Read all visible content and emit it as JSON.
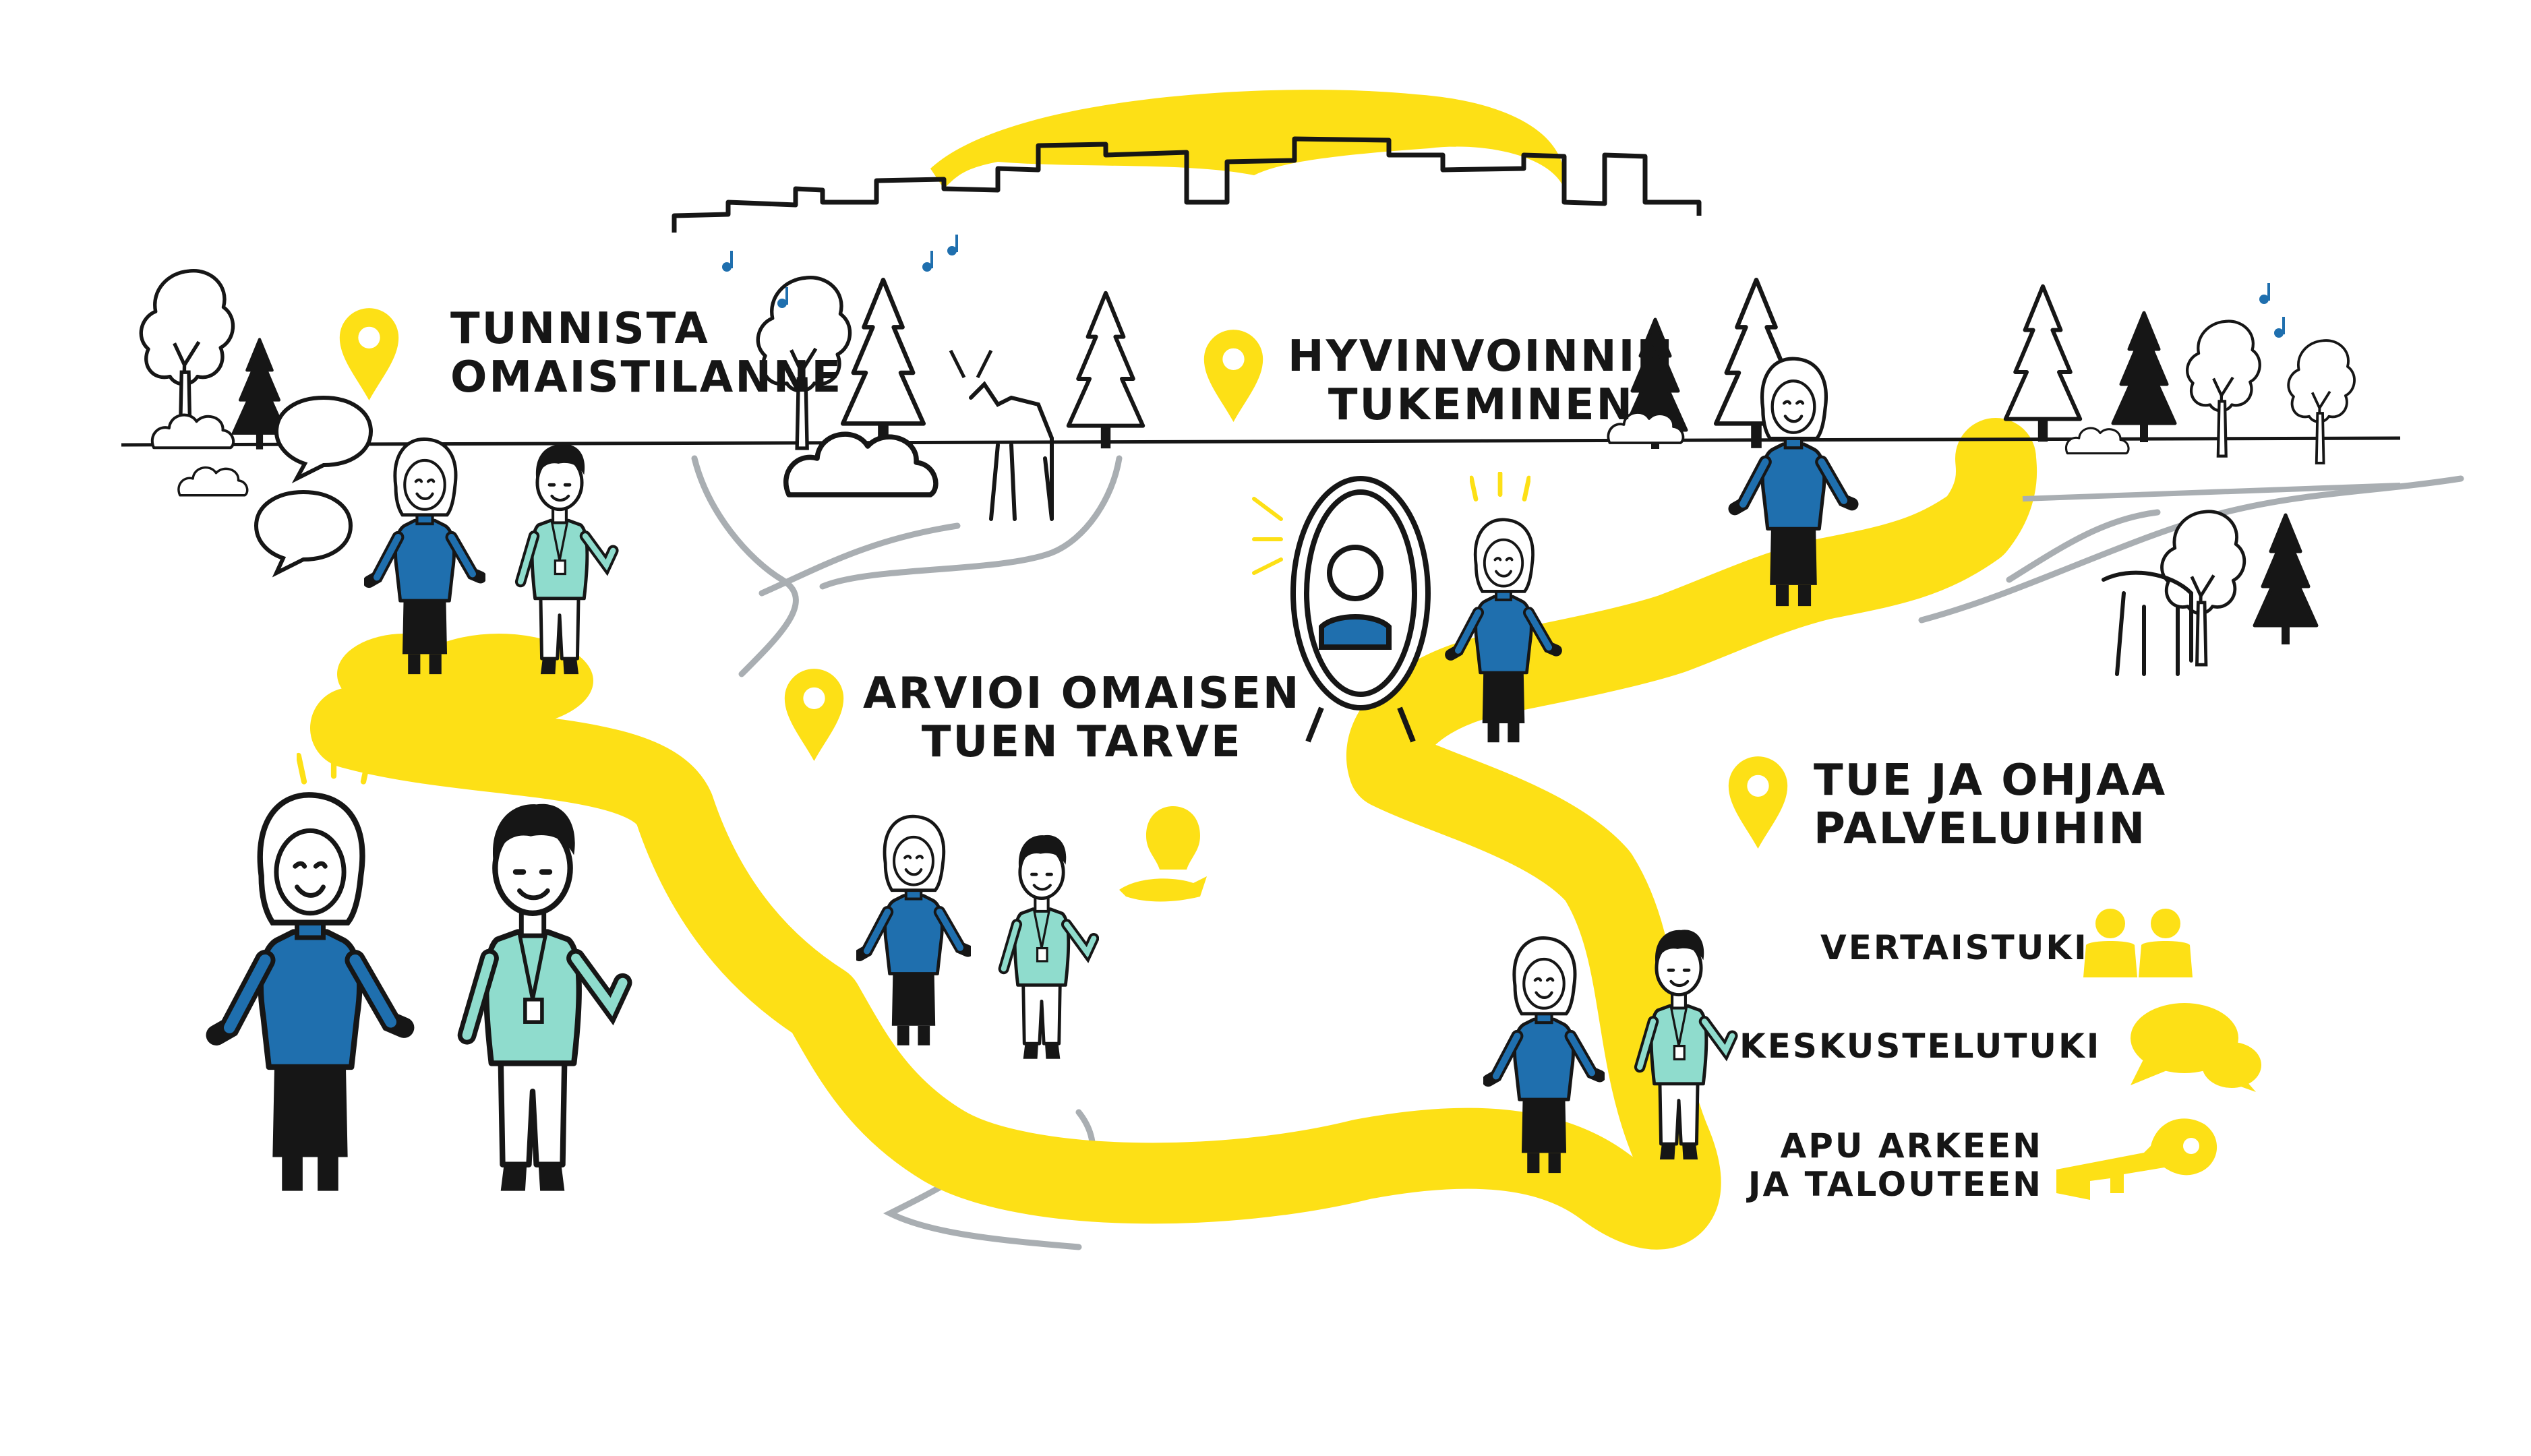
{
  "colors": {
    "path_yellow": "#fde016",
    "ink": "#161616",
    "sweater_blue": "#1f6fae",
    "shirt_mint": "#8fdccd",
    "stream_grey": "#a9aeb2"
  },
  "steps": [
    {
      "line1": "TUNNISTA",
      "line2": "OMAISTILANNE",
      "icon": "location-pin-icon"
    },
    {
      "line1": "ARVIOI OMAISEN",
      "line2": "TUEN TARVE",
      "icon": "location-pin-icon"
    },
    {
      "line1": "HYVINVOINNIN",
      "line2": "TUKEMINEN",
      "icon": "location-pin-icon"
    },
    {
      "line1": "TUE JA OHJAA",
      "line2": "PALVELUIHIN",
      "icon": "location-pin-icon"
    }
  ],
  "services": [
    {
      "line1": "VERTAISTUKI",
      "icon": "peer-people-icon"
    },
    {
      "line1": "KESKUSTELUTUKI",
      "icon": "speech-bubbles-icon"
    },
    {
      "line1": "APU ARKEEN",
      "line2": "JA TALOUTEEN",
      "icon": "key-icon"
    }
  ]
}
